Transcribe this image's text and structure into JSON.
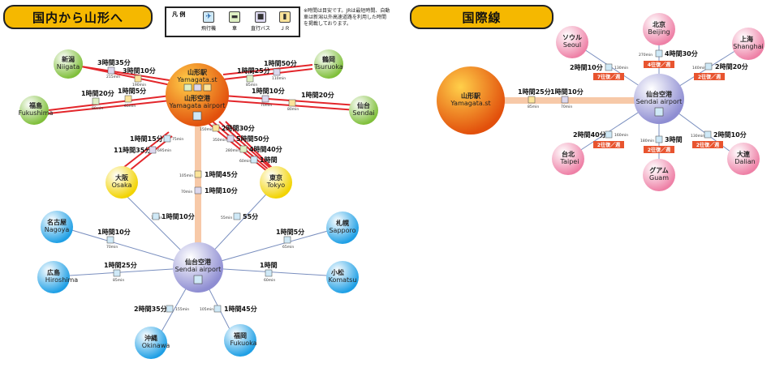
{
  "sections": {
    "domestic_title": "国内から山形へ",
    "international_title": "国際線"
  },
  "legend": {
    "label": "凡 例",
    "items": [
      {
        "icon": "plane-icon",
        "label": "飛行機"
      },
      {
        "icon": "car-icon",
        "label": "車"
      },
      {
        "icon": "bus-icon",
        "label": "直行バス"
      },
      {
        "icon": "train-icon",
        "label": "ＪＲ"
      }
    ]
  },
  "note": [
    "※時間は目安です。JRは最短時間、自動",
    "車は新潟以外高速道路を利用した時間",
    "を掲載しております。"
  ],
  "colors": {
    "green": "#8bc34a",
    "yellow": "#ffe14d",
    "blue": "#29a8e8",
    "lavender": "#b9b8e6",
    "orange": "#f08020",
    "pink": "#f49aba",
    "tag": "#e8542f",
    "line": "#f7c9a8"
  },
  "nodes": {
    "yamagata_st": {
      "ja": "山形駅",
      "en": "Yamagata.st"
    },
    "yamagata_airport": {
      "ja": "山形空港",
      "en": "Yamagata airport"
    },
    "niigata": {
      "ja": "新潟",
      "en": "Niigata"
    },
    "tsuruoka": {
      "ja": "鶴岡",
      "en": "Tsuruoka"
    },
    "fukushima": {
      "ja": "福島",
      "en": "Fukushima"
    },
    "sendai": {
      "ja": "仙台",
      "en": "Sendai"
    },
    "osaka": {
      "ja": "大阪",
      "en": "Osaka"
    },
    "tokyo": {
      "ja": "東京",
      "en": "Tokyo"
    },
    "sendai_airport": {
      "ja": "仙台空港",
      "en": "Sendai airport"
    },
    "nagoya": {
      "ja": "名古屋",
      "en": "Nagoya"
    },
    "sapporo": {
      "ja": "札幌",
      "en": "Sapporo"
    },
    "hiroshima": {
      "ja": "広島",
      "en": "Hiroshima"
    },
    "komatsu": {
      "ja": "小松",
      "en": "Komatsu"
    },
    "okinawa": {
      "ja": "沖縄",
      "en": "Okinawa"
    },
    "fukuoka": {
      "ja": "福岡",
      "en": "Fukuoka"
    }
  },
  "routes": {
    "niigata_bus": {
      "time": "3時間35分",
      "min": "215min"
    },
    "niigata_jr": {
      "time": "3時間10分",
      "min": "190min"
    },
    "fukushima_car": {
      "time": "1時間20分",
      "min": "80min"
    },
    "fukushima_jr": {
      "time": "1時間5分",
      "min": "65min"
    },
    "tsuruoka_bus": {
      "time": "1時間50分",
      "min": "110min"
    },
    "tsuruoka_car": {
      "time": "1時間25分",
      "min": "85min"
    },
    "sendai_bus": {
      "time": "1時間10分",
      "min": "70min"
    },
    "sendai_jr": {
      "time": "1時間20分",
      "min": "80min"
    },
    "osaka_plane": {
      "time": "1時間15分",
      "min": "75min"
    },
    "osaka_bus": {
      "time": "11時間35分",
      "min": "695min"
    },
    "tokyo_jr": {
      "time": "2時間30分",
      "min": "150min"
    },
    "tokyo_bus": {
      "time": "5時間50分",
      "min": "350min"
    },
    "tokyo_car": {
      "time": "4時間40分",
      "min": "280min"
    },
    "tokyo_plane": {
      "time": "1時間",
      "min": "60min"
    },
    "sdj_jr": {
      "time": "1時間45分",
      "min": "105min"
    },
    "sdj_bus": {
      "time": "1時間10分",
      "min": "70min"
    },
    "osaka_sdj": {
      "time": "1時間10分",
      "min": "70min"
    },
    "tokyo_sdj": {
      "time": "55分",
      "min": "55min"
    },
    "nagoya_sdj": {
      "time": "1時間10分",
      "min": "70min"
    },
    "sapporo_sdj": {
      "time": "1時間5分",
      "min": "65min"
    },
    "hiroshima_sdj": {
      "time": "1時間25分",
      "min": "85min"
    },
    "komatsu_sdj": {
      "time": "1時間",
      "min": "60min"
    },
    "okinawa_sdj": {
      "time": "2時間35分",
      "min": "155min"
    },
    "fukuoka_sdj": {
      "time": "1時間45分",
      "min": "105min"
    }
  },
  "international": {
    "yamagata_st": {
      "ja": "山形駅",
      "en": "Yamagata.st"
    },
    "sendai_airport": {
      "ja": "仙台空港",
      "en": "Sendai airport"
    },
    "link_jr": {
      "time": "1時間25分",
      "min": "85min"
    },
    "link_bus": {
      "time": "1時間10分",
      "min": "70min"
    },
    "dest": [
      {
        "key": "seoul",
        "ja": "ソウル",
        "en": "Seoul",
        "time": "2時間10分",
        "min": "130min",
        "freq": "7往復／週"
      },
      {
        "key": "beijing",
        "ja": "北京",
        "en": "Beijing",
        "time": "4時間30分",
        "min": "270min",
        "freq": "4往復／週"
      },
      {
        "key": "shanghai",
        "ja": "上海",
        "en": "Shanghai",
        "time": "2時間20分",
        "min": "140min",
        "freq": "2往復／週"
      },
      {
        "key": "taipei",
        "ja": "台北",
        "en": "Taipei",
        "time": "2時間40分",
        "min": "160min",
        "freq": "2往復／週"
      },
      {
        "key": "guam",
        "ja": "グアム",
        "en": "Guam",
        "time": "3時間",
        "min": "180min",
        "freq": "2往復／週"
      },
      {
        "key": "dalian",
        "ja": "大連",
        "en": "Dalian",
        "time": "2時間10分",
        "min": "130min",
        "freq": "2往復／週"
      }
    ]
  }
}
